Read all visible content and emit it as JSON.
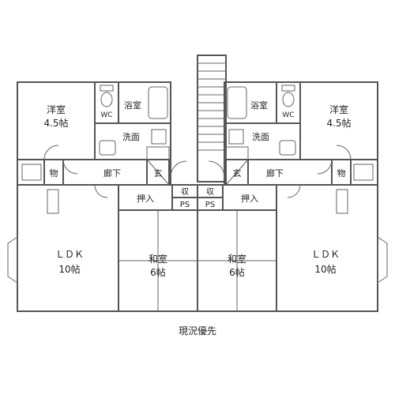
{
  "colors": {
    "pink": "#fbe6ef",
    "green": "#e5efd6",
    "blue": "#dfe9f7",
    "tan": "#f6eed2",
    "wall": "#555555"
  },
  "left": {
    "yoshitsu": "洋室",
    "yoshitsu_size": "4.5帖",
    "wc": "WC",
    "bath": "浴室",
    "senmen": "洗面",
    "mono": "物",
    "rouka": "廊下",
    "genkan": "玄",
    "oshiire": "押入",
    "shu": "収",
    "ps": "PS",
    "washitsu": "和室",
    "washitsu_size": "6帖",
    "ldk": "ＬＤＫ",
    "ldk_size": "10帖"
  },
  "right": {
    "yoshitsu": "洋室",
    "yoshitsu_size": "4.5帖",
    "wc": "WC",
    "bath": "浴室",
    "senmen": "洗面",
    "mono": "物",
    "rouka": "廊下",
    "genkan": "玄",
    "oshiire": "押入",
    "shu": "収",
    "ps": "PS",
    "washitsu": "和室",
    "washitsu_size": "6帖",
    "ldk": "ＬＤＫ",
    "ldk_size": "10帖"
  },
  "note": "現況優先"
}
